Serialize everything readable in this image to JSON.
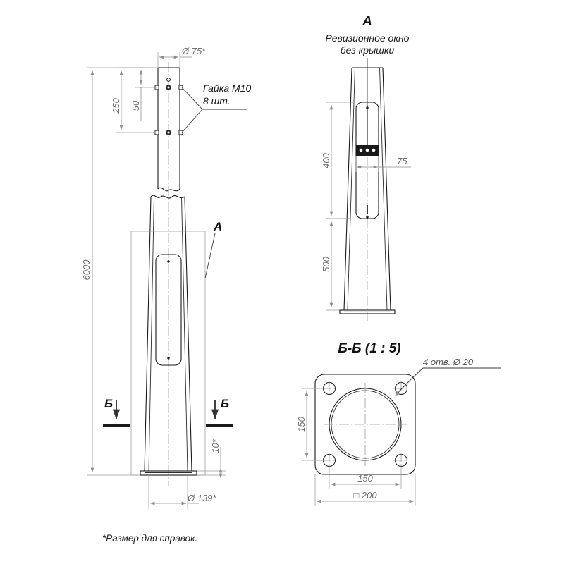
{
  "drawing": {
    "kind": "mechanical-part-drawing",
    "footnote": "*Размер для справок.",
    "views": {
      "main": {
        "name": "main-elevation-view",
        "detail_mark": "А",
        "section_mark_left": "Б",
        "section_mark_right": "Б",
        "dimensions": {
          "top_diameter": "Ø 75*",
          "nut_spacing_total": "250",
          "nut_spacing_first": "50",
          "overall_height": "6000",
          "base_plate_thickness": "10*",
          "base_diameter": "Ø 139*"
        },
        "callouts": {
          "nut_label_line1": "Гайка М10",
          "nut_label_line2": "8 шт."
        }
      },
      "detail_a": {
        "name": "detail-view-a",
        "title": "А",
        "note_line1": "Ревизионное окно",
        "note_line2": "без крышки",
        "dimensions": {
          "window_height": "400",
          "window_width": "75",
          "base_offset": "500"
        }
      },
      "section_bb": {
        "name": "section-view-b-b",
        "title": "Б-Б (1 : 5)",
        "callout_holes": "4 отв. Ø 20",
        "dimensions": {
          "hole_pitch_vertical": "150",
          "hole_pitch_horizontal": "150",
          "plate_square": "□ 200"
        }
      }
    },
    "colors": {
      "outline": "#1a1a1a",
      "dimension": "#8e8e8e",
      "extension": "#9a9a9a",
      "background": "#ffffff"
    }
  }
}
